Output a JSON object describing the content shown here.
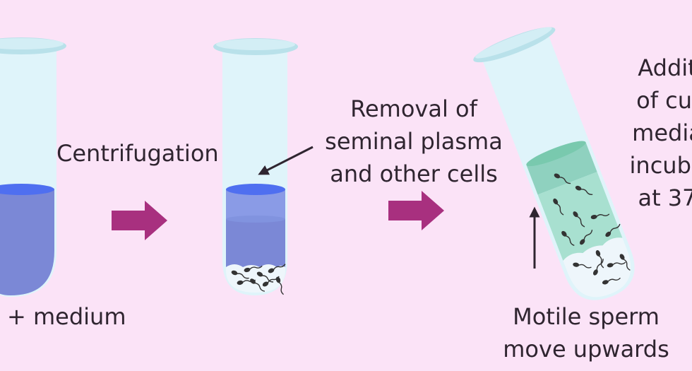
{
  "diagram": {
    "title": "Sperm swim-up preparation process",
    "colors": {
      "background": "#fbe3f7",
      "tube_glass": "#dff4fa",
      "tube_rim": "#b9e1ea",
      "medium_blue": "#7b88d6",
      "medium_blue_light": "#8a9be6",
      "medium_surface": "#4f6ff0",
      "pellet": "#eef6fb",
      "culture_media": "#a8e0d0",
      "culture_media_dark": "#8fd1bf",
      "culture_surface": "#79c9ae",
      "sperm": "#333333",
      "step_arrow": "#a8307f",
      "text": "#2f2530"
    },
    "steps": [
      {
        "id": "sample",
        "label_lines": [
          "+ medium"
        ]
      },
      {
        "id": "centrifugation",
        "label_lines": [
          "Centrifugation"
        ]
      },
      {
        "id": "removal",
        "label_lines": [
          "Removal of",
          "seminal plasma",
          "and other cells"
        ]
      },
      {
        "id": "addition",
        "label_lines": [
          "Addit",
          "of cul",
          "media",
          "incuba",
          "at 37"
        ]
      },
      {
        "id": "swim-up",
        "label_lines": [
          "Motile sperm",
          "move upwards"
        ]
      }
    ]
  }
}
